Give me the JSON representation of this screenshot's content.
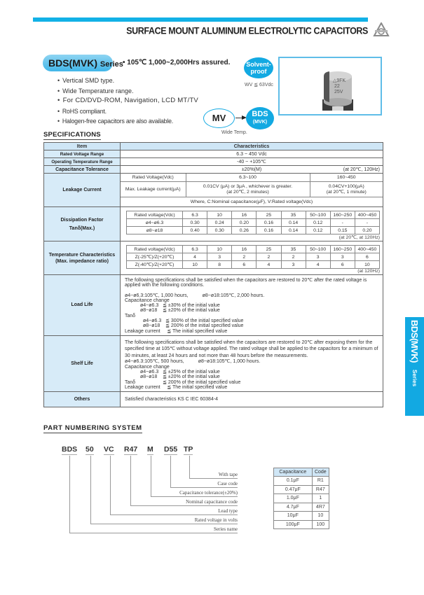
{
  "header": {
    "title": "SURFACE MOUNT ALUMINUM ELECTROLYTIC CAPACITORS",
    "logo_icon": "samyoung-logo-icon",
    "accent_color": "#12b1e6"
  },
  "series": {
    "name_main": "BDS(MVK)",
    "name_suffix": "Series",
    "headline": "• 105℃ 1,000~2,000Hrs assured.",
    "features": [
      "Vertical SMD type.",
      "Wide Temperature range.",
      "For CD/DVD-ROM, Navigation, LCD MT/TV",
      "RoHS compliant.",
      "Halogen-free capacitors are also available."
    ],
    "solvent_badge": [
      "Solvent-",
      "proof"
    ],
    "wv_note": "WV ≦ 63Vdc",
    "flow_from": "MV",
    "flow_to_main": "BDS",
    "flow_to_sub": "(MVK)",
    "flow_caption": "Wide Temp.",
    "product_marking": [
      "9FK",
      "22",
      "25V"
    ]
  },
  "specifications": {
    "title": "SPECIFICATIONS",
    "header_item": "Item",
    "header_char": "Characteristics",
    "rated_voltage": {
      "label": "Rated Voltage Range",
      "value": "6.3 ~ 450 Vdc"
    },
    "operating_temp": {
      "label": "Operating Temperature Range",
      "value": "-40 ~ +105℃"
    },
    "cap_tolerance": {
      "label": "Capacitance Tolerance",
      "value": "±20%(M)",
      "note": "(at 20℃, 120Hz)"
    },
    "leakage": {
      "label": "Leakage Current",
      "rated_voltage_label": "Rated Voltage(Vdc)",
      "range_low": "6.3~100",
      "range_high": "160~450",
      "max_label": "Max. Leakage current(μA)",
      "low_formula": "0.01CV (μA) or 3μA , whichever is greater.",
      "low_condition": "(at 20℃, 2 minutes)",
      "high_formula": "0.04CV+100(μA)",
      "high_condition": "(at 20℃, 1 minute)",
      "where": "Where, C:Nominal capacitance(μF), V:Rated voltage(Vdc)"
    },
    "dissipation": {
      "label_line1": "Dissipation Factor",
      "label_line2": "Tanδ(Max.)",
      "header": [
        "Rated voltage(Vdc)",
        "6.3",
        "10",
        "16",
        "25",
        "35",
        "50~100",
        "160~250",
        "400~450"
      ],
      "rows": [
        [
          "ø4~ø6.3",
          "0.30",
          "0.24",
          "0.20",
          "0.16",
          "0.14",
          "0.12",
          "-",
          "-"
        ],
        [
          "ø8~ø18",
          "0.40",
          "0.30",
          "0.26",
          "0.16",
          "0.14",
          "0.12",
          "0.15",
          "0.20"
        ]
      ],
      "note": "(at 20℃, at 120Hz)"
    },
    "temperature": {
      "label_line1": "Temperature Characteristics",
      "label_line2": "(Max. impedance ratio)",
      "header": [
        "Rated voltage(Vdc)",
        "6.3",
        "10",
        "16",
        "25",
        "35",
        "50~100",
        "160~250",
        "400~450"
      ],
      "rows": [
        [
          "Z(-25℃)/Z(+20℃)",
          "4",
          "3",
          "2",
          "2",
          "2",
          "3",
          "3",
          "6"
        ],
        [
          "Z(-40℃)/Z(+20℃)",
          "10",
          "8",
          "6",
          "4",
          "3",
          "4",
          "6",
          "10"
        ]
      ],
      "note": "(at 120Hz)"
    },
    "load_life": {
      "label": "Load Life",
      "intro": "The following specifications shall be satisfied when the capacitors are restored to 20℃ after the rated voltage is applied with the following conditions.",
      "conditions_a": "ø4~ø6.3:105℃, 1,000 hours,",
      "conditions_b": "ø8~ø18:105℃, 2,000 hours.",
      "cap_change": "Capacitance change",
      "cap_small": "ø4~ø6.3   ≦ ±30% of the initial value",
      "cap_large": "ø8~ø18    ≦ ±20% of the initial value",
      "tan": "Tanδ",
      "tan_small": "ø4~ø6.3   ≦ 300% of the initial specified value",
      "tan_large": "ø8~ø18    ≦ 200% of the initial specified value",
      "leakage": "Leakage current     ≦ The initial specified value"
    },
    "shelf_life": {
      "label": "Shelf Life",
      "intro": "The following specifications shall be satisfied when the capacitors are restored to 20℃ after exposing them for the specified time at 105℃ without voltage applied. The rated voltage shall be applied to the capacitors for a minimum of 30 minutes, at least 24 hours and not more than 48 hours before the measurements.",
      "conditions_a": "ø4~ø6.3:105℃, 500 hours,",
      "conditions_b": "ø8~ø18:105℃, 1,000 hours.",
      "cap_change": "Capacitance change",
      "cap_small": "ø4~ø6.3   ≦ ±25% of the initial value",
      "cap_large": "ø8~ø18    ≦ ±20% of the initial value",
      "tan": "Tanδ                    ≦ 200% of the initial specified value",
      "leakage": "Leakage current     ≦ The initial specified value"
    },
    "others": {
      "label": "Others",
      "value": "Satisfied characteristics KS C IEC 60384-4"
    }
  },
  "part_numbering": {
    "title": "PART NUMBERING SYSTEM",
    "codes": [
      "BDS",
      "50",
      "VC",
      "R47",
      "M",
      "D55",
      "TP"
    ],
    "labels": [
      "With tape",
      "Case code",
      "Capacitance tolerance(±20%)",
      "Nominal capacitance code",
      "Lead type",
      "Rated voltage in volts",
      "Series name"
    ],
    "cap_table": {
      "headers": [
        "Capacitance",
        "Code"
      ],
      "rows": [
        [
          "0.1μF",
          "R1"
        ],
        [
          "0.47μF",
          "R47"
        ],
        [
          "1.0μF",
          "1"
        ],
        [
          "4.7μF",
          "4R7"
        ],
        [
          "10μF",
          "10"
        ],
        [
          "100μF",
          "100"
        ]
      ]
    }
  },
  "side_tab": {
    "main": "BDS(MVK)",
    "sub": "Series",
    "color": "#12a9e2"
  }
}
